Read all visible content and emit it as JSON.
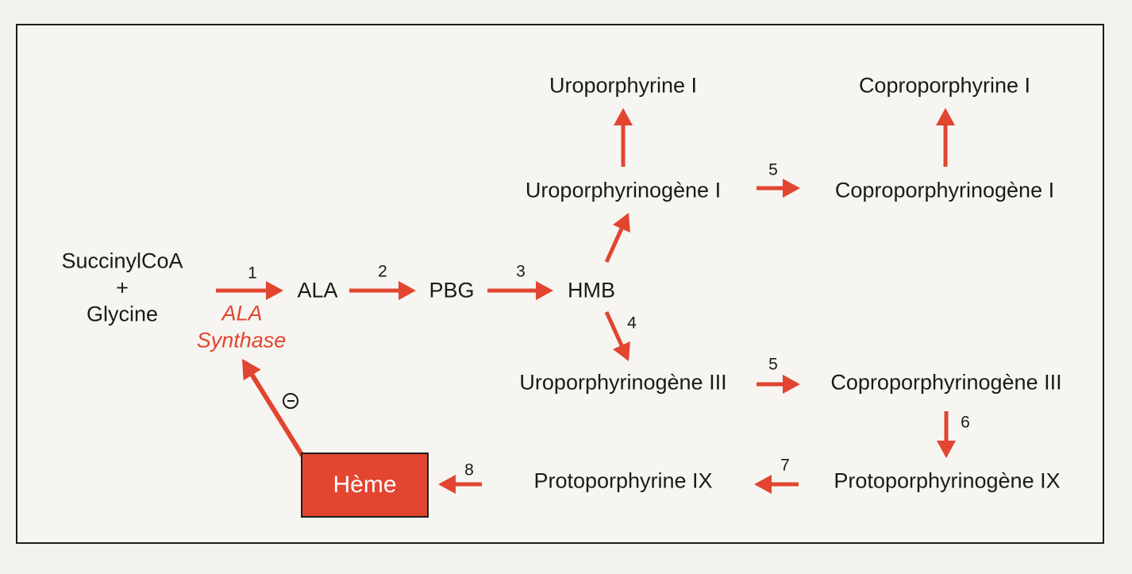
{
  "colors": {
    "arrow": "#e24530",
    "text": "#1a1a1a",
    "box": "#e24530",
    "background": "#f7f5f1"
  },
  "nodes": {
    "succinylcoa": "SuccinylCoA",
    "plus": "+",
    "glycine": "Glycine",
    "ala": "ALA",
    "pbg": "PBG",
    "hmb": "HMB",
    "uroporphyrinogene_1": "Uroporphyrinogène I",
    "uroporphyrine_1": "Uroporphyrine I",
    "coproporphyrinogene_1": "Coproporphyrinogène I",
    "coproporphyrine_1": "Coproporphyrine I",
    "uroporphyrinogene_3": "Uroporphyrinogène III",
    "coproporphyrinogene_3": "Coproporphyrinogène III",
    "protoporphyrinogene_9": "Protoporphyrinogène IX",
    "protoporphyrine_9": "Protoporphyrine IX",
    "heme": "Hème"
  },
  "enzyme": {
    "line1": "ALA",
    "line2": "Synthase"
  },
  "steps": {
    "s1": "1",
    "s2": "2",
    "s3": "3",
    "s4": "4",
    "s5_top": "5",
    "s5_bottom": "5",
    "s6": "6",
    "s7": "7",
    "s8": "8"
  },
  "inhibition": "⊖"
}
